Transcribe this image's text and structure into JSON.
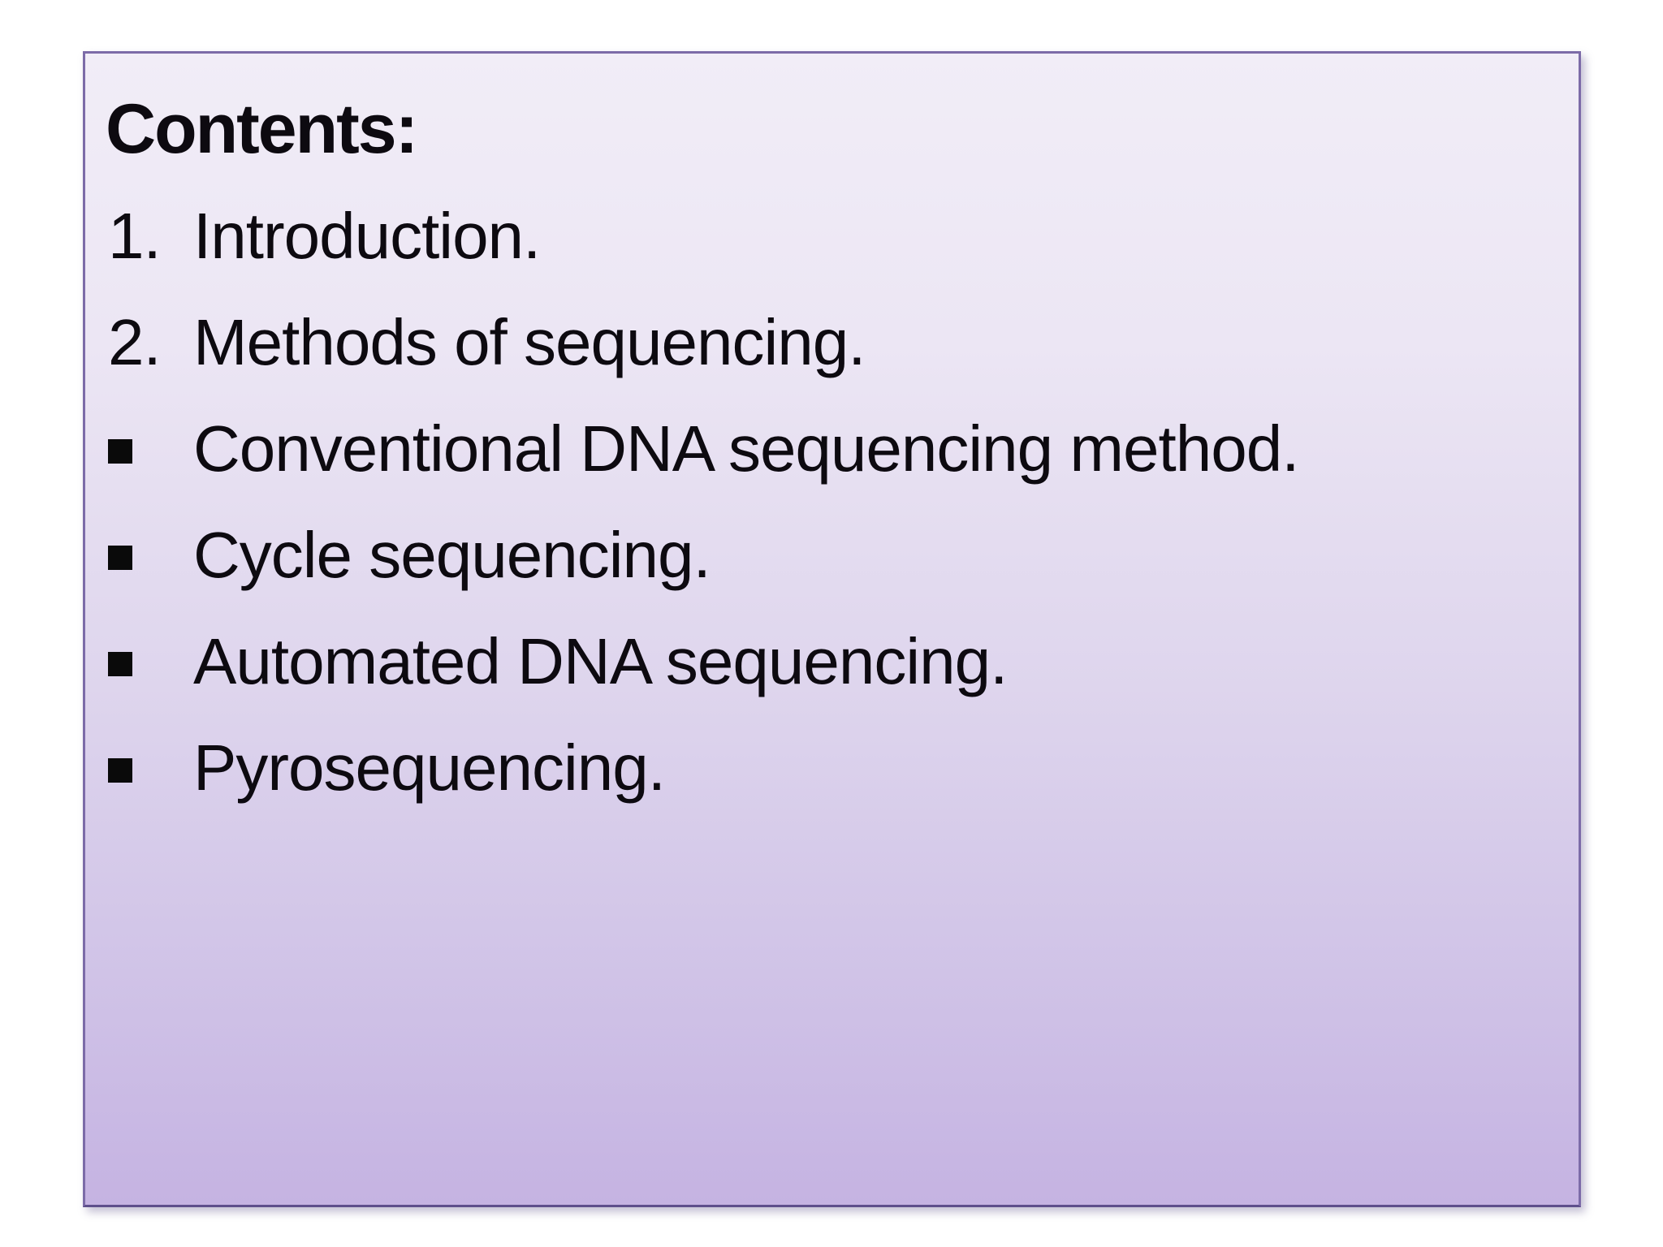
{
  "slide": {
    "title": "Contents:",
    "items": [
      {
        "type": "number",
        "marker": "1.",
        "text": "Introduction."
      },
      {
        "type": "number",
        "marker": "2.",
        "text": "Methods of sequencing."
      },
      {
        "type": "bullet",
        "marker": "square-bullet",
        "text": "Conventional DNA sequencing method."
      },
      {
        "type": "bullet",
        "marker": "square-bullet",
        "text": "Cycle sequencing."
      },
      {
        "type": "bullet",
        "marker": "square-bullet",
        "text": "Automated DNA sequencing."
      },
      {
        "type": "bullet",
        "marker": "square-bullet",
        "text": "Pyrosequencing."
      }
    ],
    "colors": {
      "page_background": "#FFFFFF",
      "slide_background_top": "#F1EDF7",
      "slide_background_bottom": "#C5B3E2",
      "border": "#7C6BA8",
      "text": "#0D0A10",
      "bullet": "#0A0A0A"
    }
  }
}
